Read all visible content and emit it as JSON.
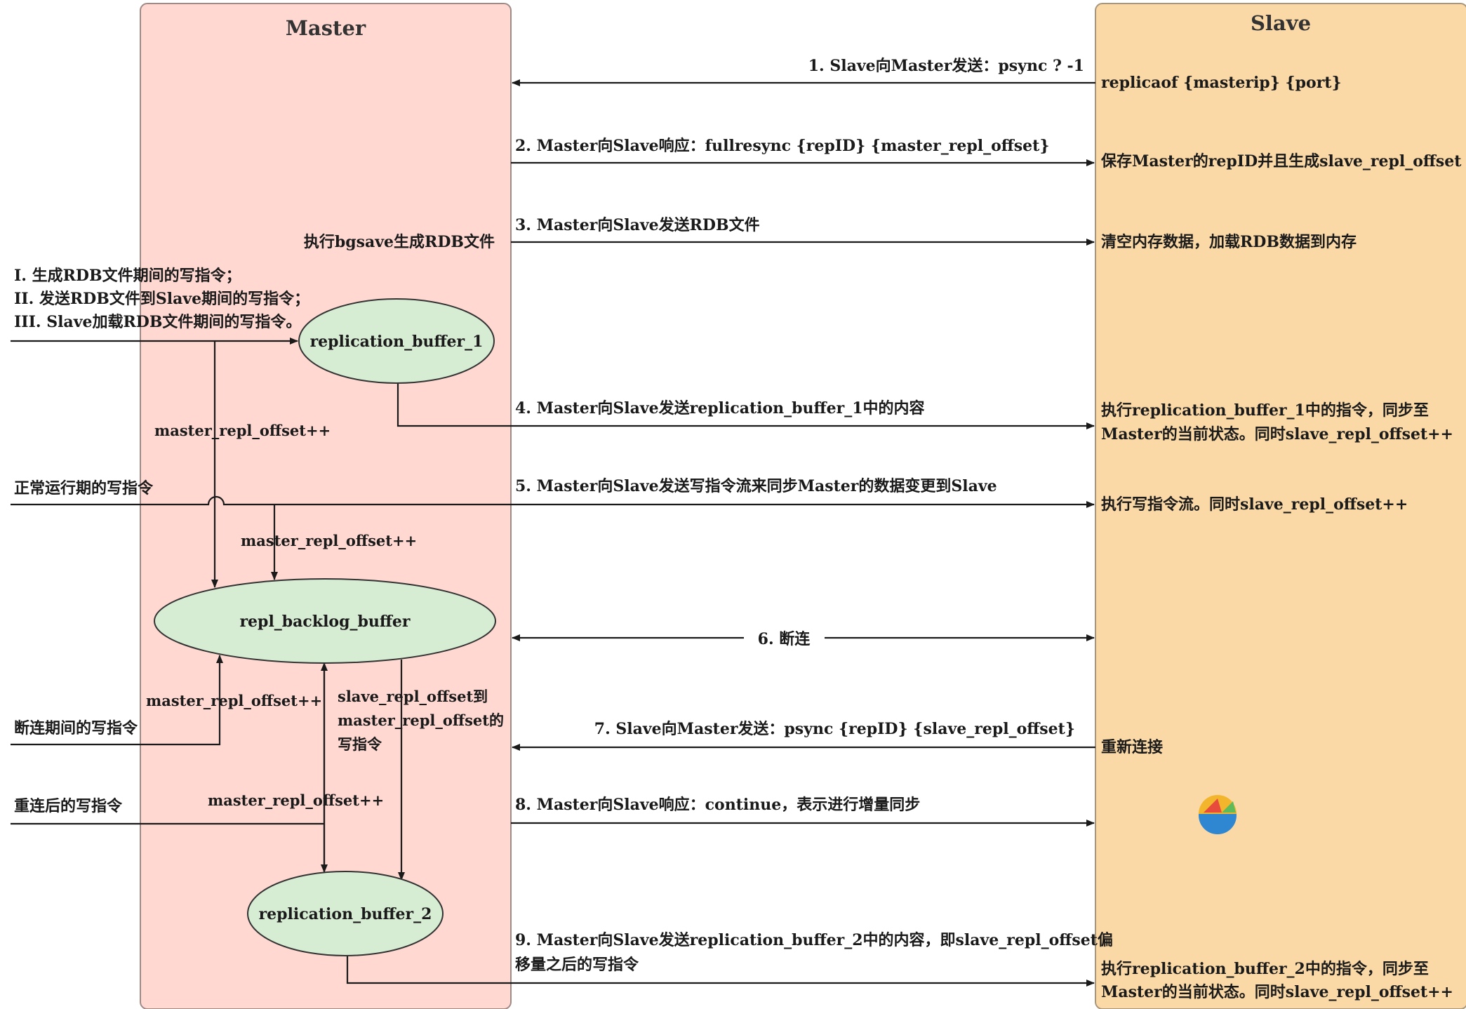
{
  "lanes": {
    "master": "Master",
    "slave": "Slave"
  },
  "nodes": {
    "buffer1": "replication_buffer_1",
    "backlog": "repl_backlog_buffer",
    "buffer2": "replication_buffer_2"
  },
  "messages": {
    "m1": "1. Slave向Master发送：psync ? -1",
    "m2": "2. Master向Slave响应：fullresync {repID} {master_repl_offset}",
    "m3": "3. Master向Slave发送RDB文件",
    "m4": "4. Master向Slave发送replication_buffer_1中的内容",
    "m5": "5. Master向Slave发送写指令流来同步Master的数据变更到Slave",
    "m6": "6. 断连",
    "m7": "7. Slave向Master发送：psync {repID} {slave_repl_offset}",
    "m8": "8. Master向Slave响应：continue，表示进行增量同步",
    "m9_line1": "9.  Master向Slave发送replication_buffer_2中的内容，即slave_repl_offset偏",
    "m9_line2": "移量之后的写指令"
  },
  "slave_actions": {
    "a1": "replicaof {masterip} {port}",
    "a2": "保存Master的repID并且生成slave_repl_offset",
    "a3": "清空内存数据，加载RDB数据到内存",
    "a4_line1": "执行replication_buffer_1中的指令，同步至",
    "a4_line2": "Master的当前状态。同时slave_repl_offset++",
    "a5": "执行写指令流。同时slave_repl_offset++",
    "a7": "重新连接",
    "a9_line1": "执行replication_buffer_2中的指令，同步至",
    "a9_line2": "Master的当前状态。同时slave_repl_offset++"
  },
  "master_notes": {
    "bgsave": "执行bgsave生成RDB文件",
    "offset_a": "master_repl_offset++",
    "offset_b": "master_repl_offset++",
    "offset_c": "master_repl_offset++",
    "offset_d": "master_repl_offset++",
    "range_line1": "slave_repl_offset到",
    "range_line2": "master_repl_offset的",
    "range_line3": "写指令"
  },
  "inputs": {
    "w1": "I. 生成RDB文件期间的写指令；",
    "w2": "II. 发送RDB文件到Slave期间的写指令；",
    "w3": "III. Slave加载RDB文件期间的写指令。",
    "normal": "正常运行期的写指令",
    "disconnect": "断连期间的写指令",
    "reconnect": "重连后的写指令"
  }
}
